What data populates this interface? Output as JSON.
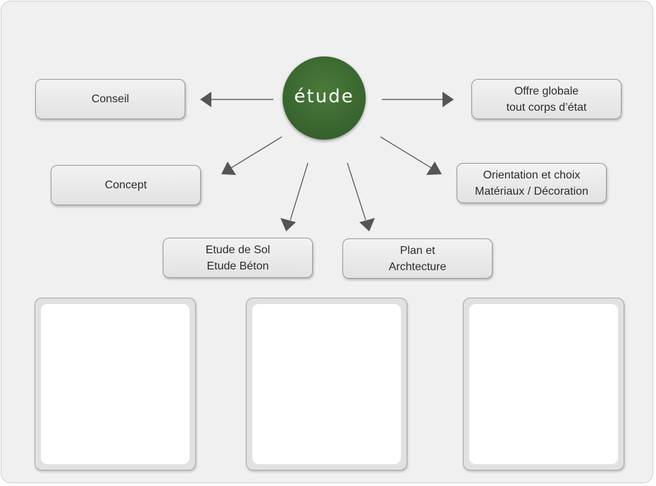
{
  "hub": {
    "label": "étude",
    "color": "#3a6630"
  },
  "nodes": {
    "conseil": {
      "lines": [
        "Conseil"
      ]
    },
    "offre": {
      "lines": [
        "Offre globale",
        "tout corps d’état"
      ]
    },
    "concept": {
      "lines": [
        "Concept"
      ]
    },
    "orientation": {
      "lines": [
        "Orientation et choix",
        "Matériaux / Décoration"
      ]
    },
    "etude_sol": {
      "lines": [
        "Etude de Sol",
        "Etude Béton"
      ]
    },
    "plan": {
      "lines": [
        "Plan et",
        "Archtecture"
      ]
    }
  },
  "panels": [
    {
      "content": ""
    },
    {
      "content": ""
    },
    {
      "content": ""
    }
  ]
}
